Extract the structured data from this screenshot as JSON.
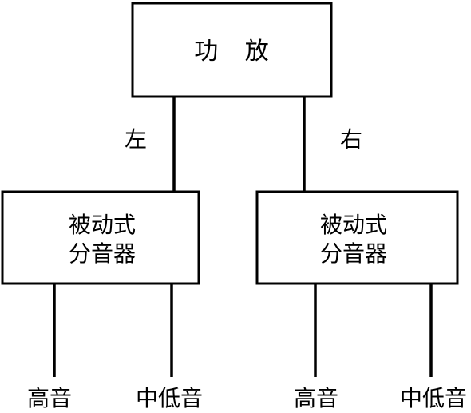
{
  "amplifier": {
    "label": "功 放"
  },
  "channels": {
    "left": {
      "label": "左",
      "crossover_line1": "被动式",
      "crossover_line2": "分音器",
      "out_high": "高音",
      "out_midlow": "中低音"
    },
    "right": {
      "label": "右",
      "crossover_line1": "被动式",
      "crossover_line2": "分音器",
      "out_high": "高音",
      "out_midlow": "中低音"
    }
  }
}
